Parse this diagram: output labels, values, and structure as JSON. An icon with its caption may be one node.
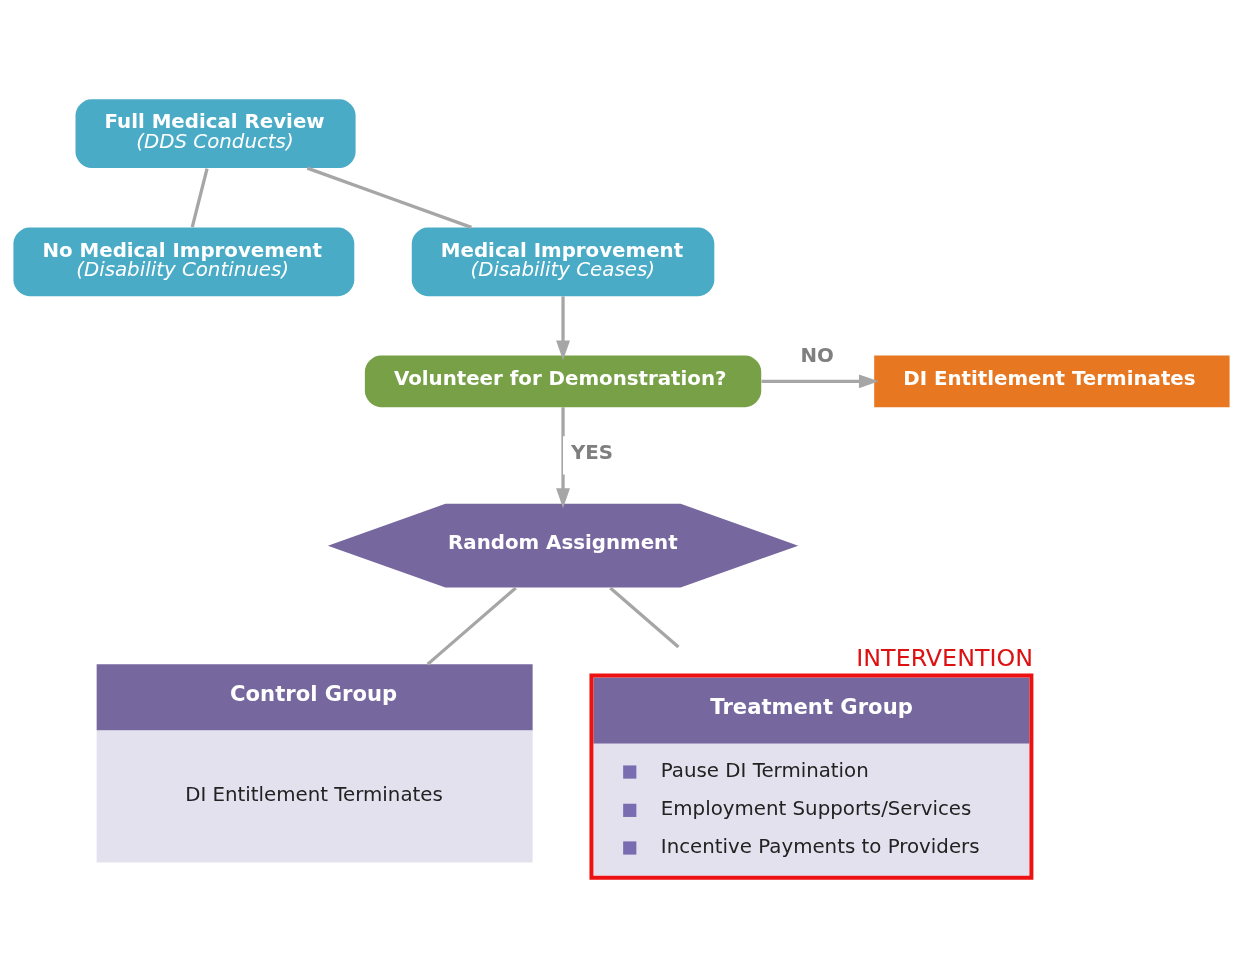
{
  "diagram": {
    "nodes": [
      {
        "text": [
          "Full Medical Review",
          "(DDS Conducts)"
        ]
      },
      {
        "text": [
          "No Medical Improvement",
          "(Disability Continues)"
        ]
      },
      {
        "text": [
          "Medical Improvement",
          "(Disability Ceases)"
        ]
      },
      {
        "text": [
          "Volunteer for Demonstration?"
        ]
      },
      {
        "text": [
          "DI Entitlement Terminates"
        ]
      },
      {
        "text": [
          "Random Assignment"
        ]
      },
      {
        "text": [
          "Control Group",
          "DI Entitlement Terminates"
        ]
      },
      {
        "text": [
          "Treatment Group",
          "Pause DI Termination",
          "Employment Supports/Services",
          "Incentive Payments to Providers"
        ],
        "beside": [
          "INTERVENTION"
        ]
      }
    ],
    "edges": [
      {
        "from": 0,
        "to": 1,
        "arrow": "none"
      },
      {
        "from": 0,
        "to": 2,
        "arrow": "none"
      },
      {
        "from": 2,
        "to": 3,
        "arrow": "to"
      },
      {
        "from": 3,
        "to": 4,
        "arrow": "to",
        "label": "NO"
      },
      {
        "from": 3,
        "to": 5,
        "arrow": "to",
        "label": "YES"
      },
      {
        "from": 5,
        "to": 6,
        "arrow": "none"
      },
      {
        "from": 5,
        "to": 7,
        "arrow": "none"
      }
    ]
  }
}
